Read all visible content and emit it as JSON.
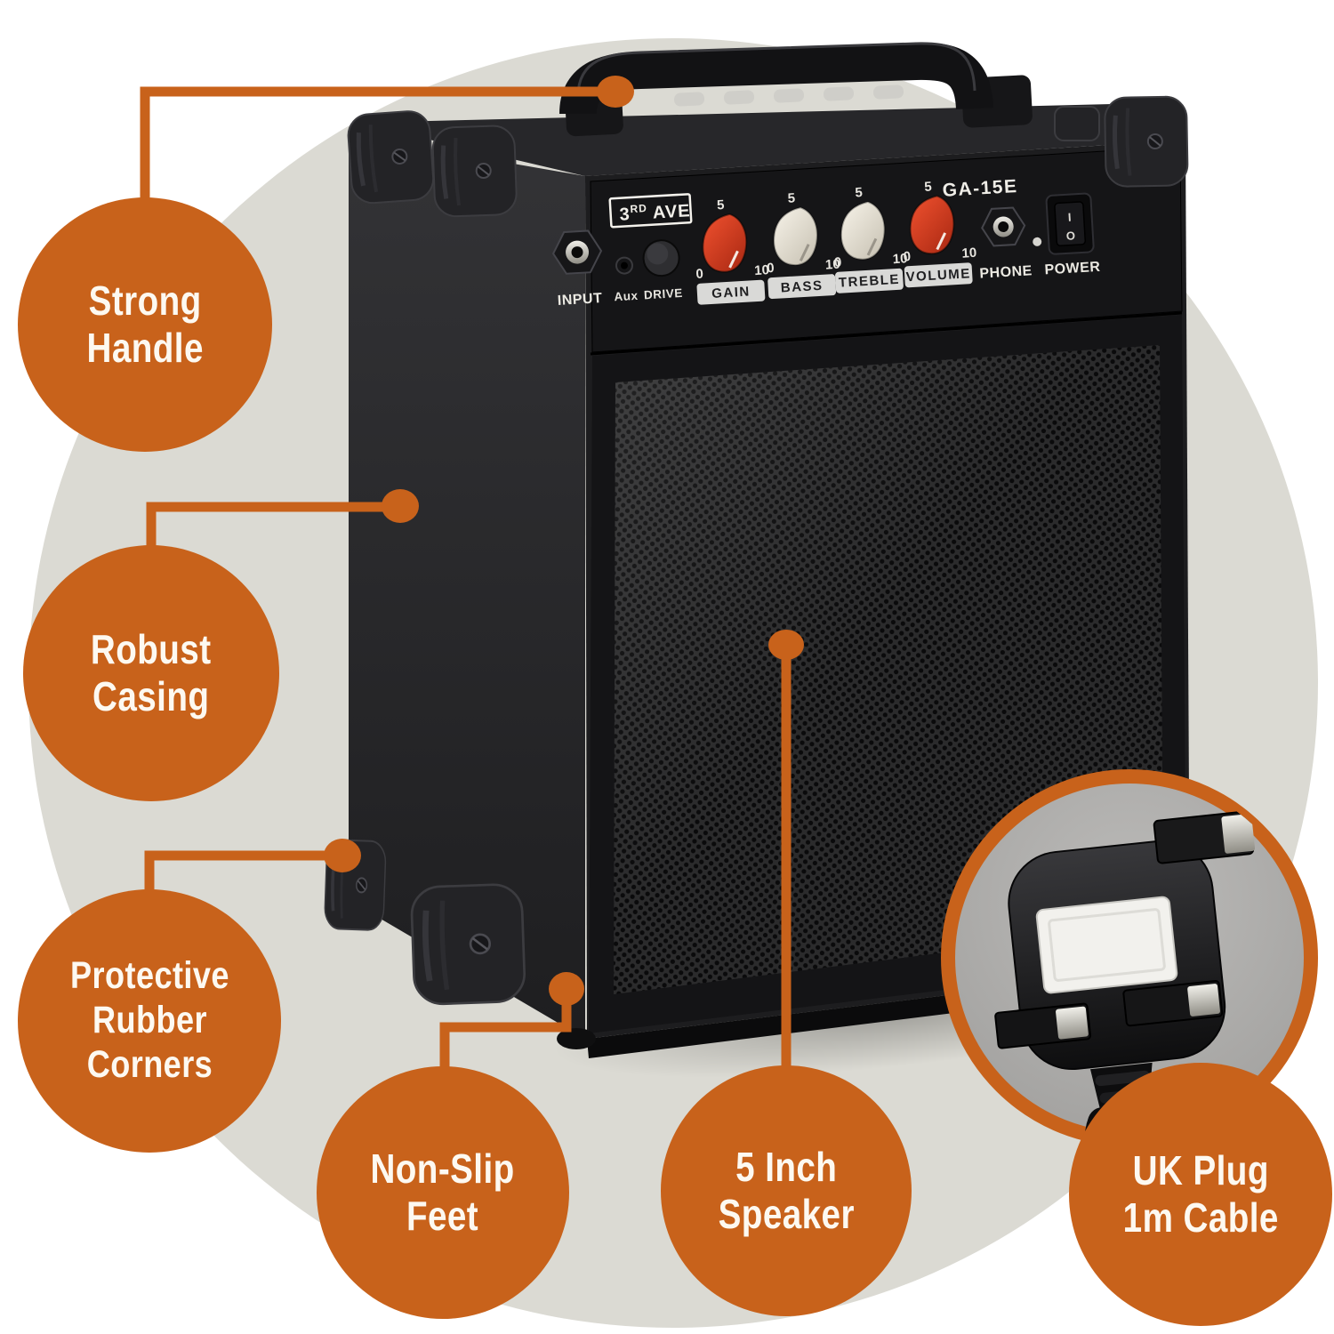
{
  "colors": {
    "accent": "#C8621B",
    "bg-circle": "#DBDAD3",
    "text-light": "#FDF9F1",
    "knob-red": "#DC3E24",
    "knob-cream": "#F2EEE3",
    "plug-inner": "#ADACAA"
  },
  "callouts": [
    {
      "id": "strong-handle",
      "lines": [
        "Strong",
        "Handle"
      ]
    },
    {
      "id": "robust-casing",
      "lines": [
        "Robust",
        "Casing"
      ]
    },
    {
      "id": "protective-rubber-corners",
      "lines": [
        "Protective",
        "Rubber",
        "Corners"
      ]
    },
    {
      "id": "non-slip-feet",
      "lines": [
        "Non-Slip",
        "Feet"
      ]
    },
    {
      "id": "five-inch-speaker",
      "lines": [
        "5 Inch",
        "Speaker"
      ]
    },
    {
      "id": "uk-plug-1m-cable",
      "lines": [
        "UK Plug",
        "1m Cable"
      ]
    }
  ],
  "amp": {
    "brand": {
      "number": "3",
      "sup": "RD",
      "name": " AVE"
    },
    "model": "GA-15E",
    "jacks": {
      "input": "INPUT",
      "aux": "Aux",
      "drive": "DRIVE",
      "phone": "PHONE",
      "power": "POWER"
    },
    "knobs": [
      {
        "label": "GAIN",
        "color": "red"
      },
      {
        "label": "BASS",
        "color": "cream"
      },
      {
        "label": "TREBLE",
        "color": "cream"
      },
      {
        "label": "VOLUME",
        "color": "red"
      }
    ],
    "ticks": {
      "min": "0",
      "mid": "5",
      "max": "10"
    },
    "power_switch": {
      "on": "I",
      "off": "O"
    }
  }
}
